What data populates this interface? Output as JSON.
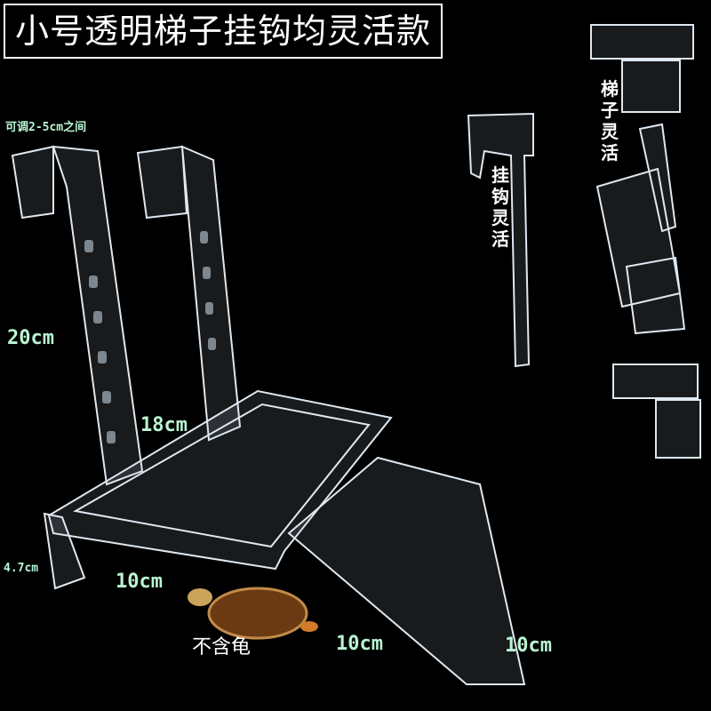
{
  "title": "小号透明梯子挂钩均灵活款",
  "adjust_note": "可调2-5cm之间",
  "dimensions": {
    "hook_height": "20cm",
    "platform_length": "18cm",
    "side_height": "4.7cm",
    "platform_width": "10cm",
    "ladder_width": "10cm",
    "ladder_length": "10cm"
  },
  "no_turtle_note": "不含龟",
  "hook_flexible": "挂钩灵活",
  "ladder_flexible": "梯子灵活"
}
